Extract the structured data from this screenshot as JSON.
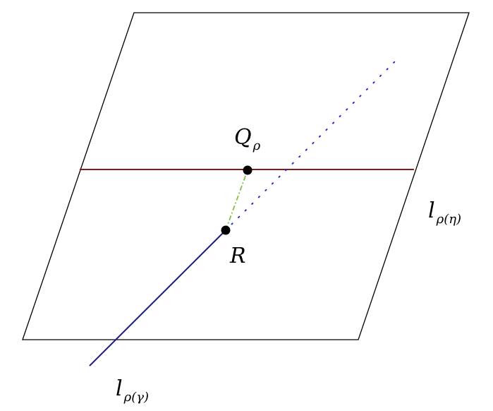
{
  "labels": {
    "point_q": {
      "base": "Q",
      "sub": "ρ"
    },
    "point_r": {
      "base": "R"
    },
    "line_eta": {
      "base": "l",
      "sub_pre": "ρ(",
      "sub_var": "η",
      "sub_post": ")"
    },
    "line_gamma": {
      "base": "l",
      "sub_pre": "ρ(",
      "sub_var": "γ",
      "sub_post": ")"
    }
  },
  "colors": {
    "plane": "#000000",
    "horizontal_line": "#8b1a1a",
    "gamma_line": "#1a1a8c",
    "gamma_dotted": "#2a2ac8",
    "connector_dashed": "#7fc24a",
    "points": "#000000"
  }
}
